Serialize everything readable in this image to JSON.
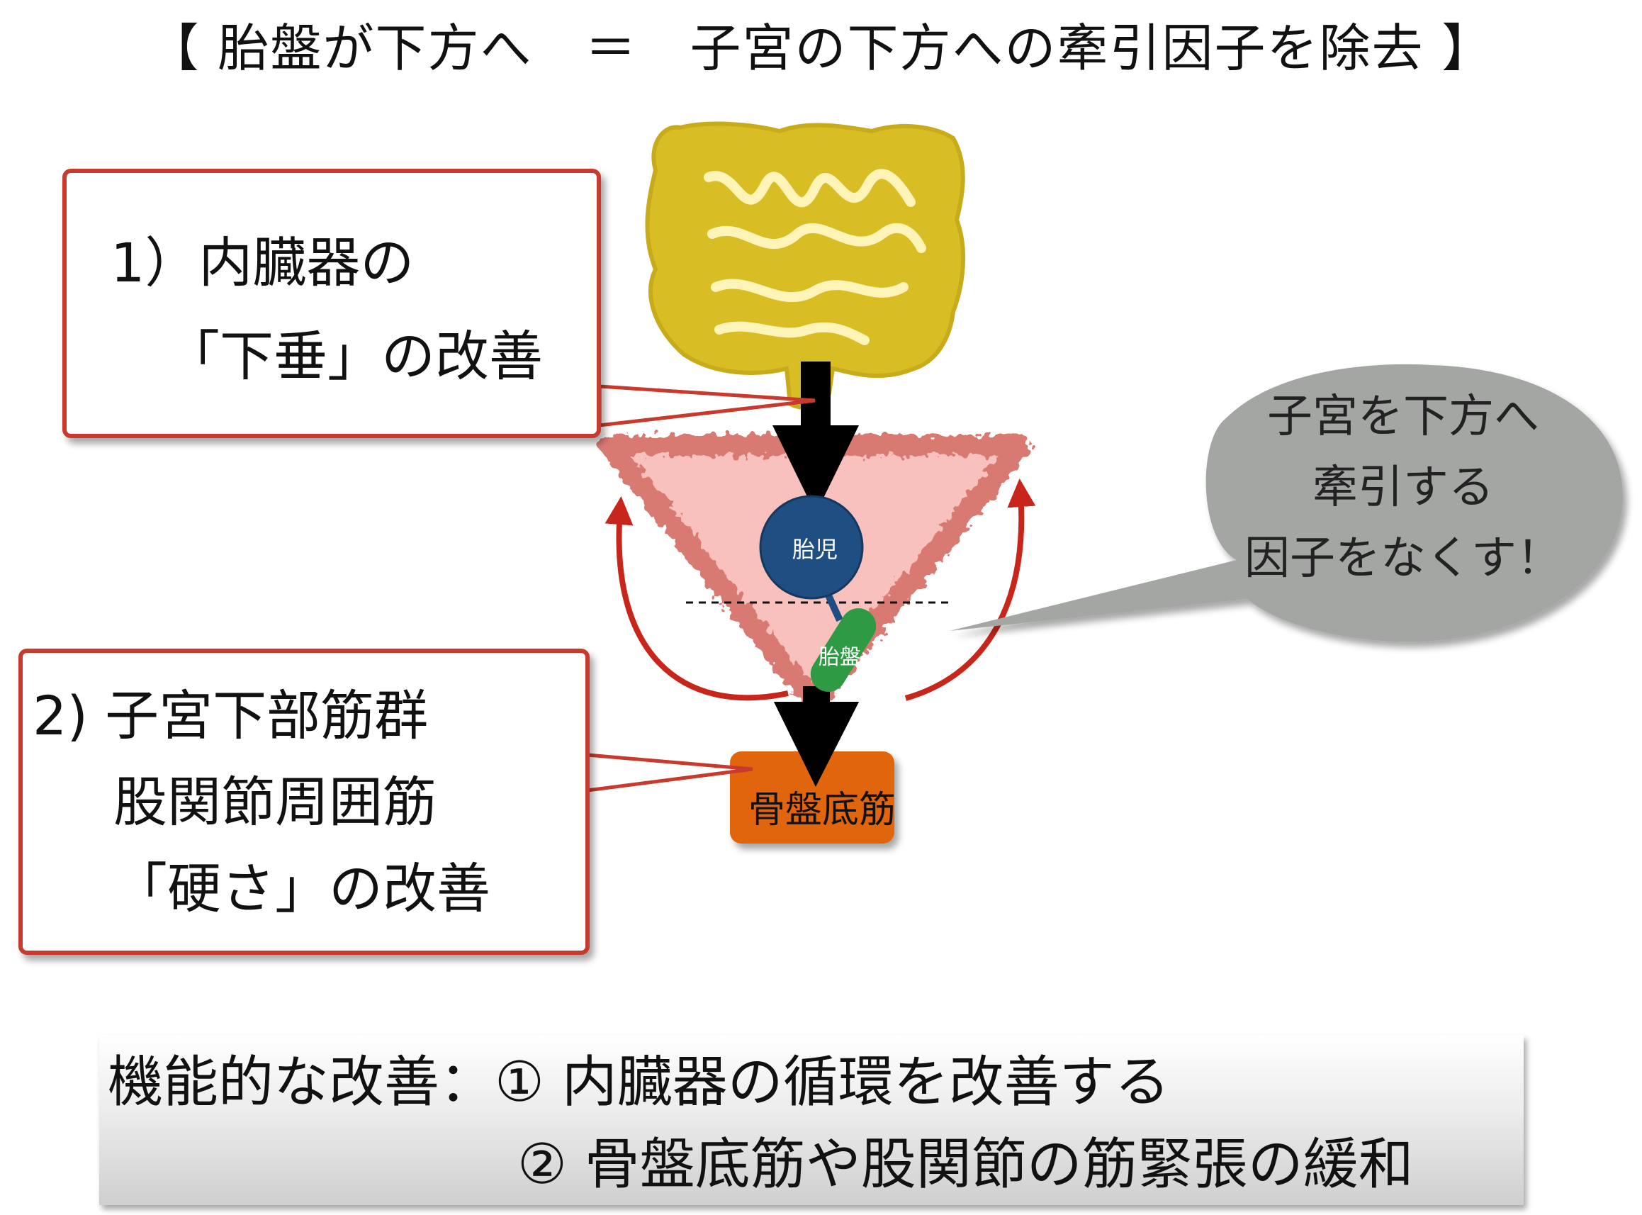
{
  "title": "【 胎盤が下方へ　＝　子宮の下方への牽引因子を除去 】",
  "callouts": {
    "visceral": {
      "line1": "1）内臓器の",
      "line2": "「下垂」の改善"
    },
    "muscles": {
      "line1": "2) 子宮下部筋群",
      "line2": "股関節周囲筋",
      "line3": "「硬さ」の改善"
    }
  },
  "diagram": {
    "fetus_label": "胎児",
    "placenta_label": "胎盤",
    "pelvic_floor_label": "骨盤底筋"
  },
  "speech_bubble": {
    "line1": "子宮を下方へ",
    "line2": "牽引する",
    "line3": "因子をなくす！"
  },
  "summary": {
    "line1": "機能的な改善：① 内臓器の循環を改善する",
    "line2": "② 骨盤底筋や股関節の筋緊張の緩和"
  },
  "colors": {
    "intestine": "#d9bd24",
    "uterus_fill": "#f9c1bd",
    "uterus_border": "#d97a72",
    "fetus": "#1f4e82",
    "placenta": "#2f9a44",
    "pelvic_floor": "#e0650f",
    "arrow": "#000000",
    "curved_arrows": "#c8261a",
    "callout_border": "#c83a2d",
    "speech_bubble": "#a3a6a3"
  }
}
